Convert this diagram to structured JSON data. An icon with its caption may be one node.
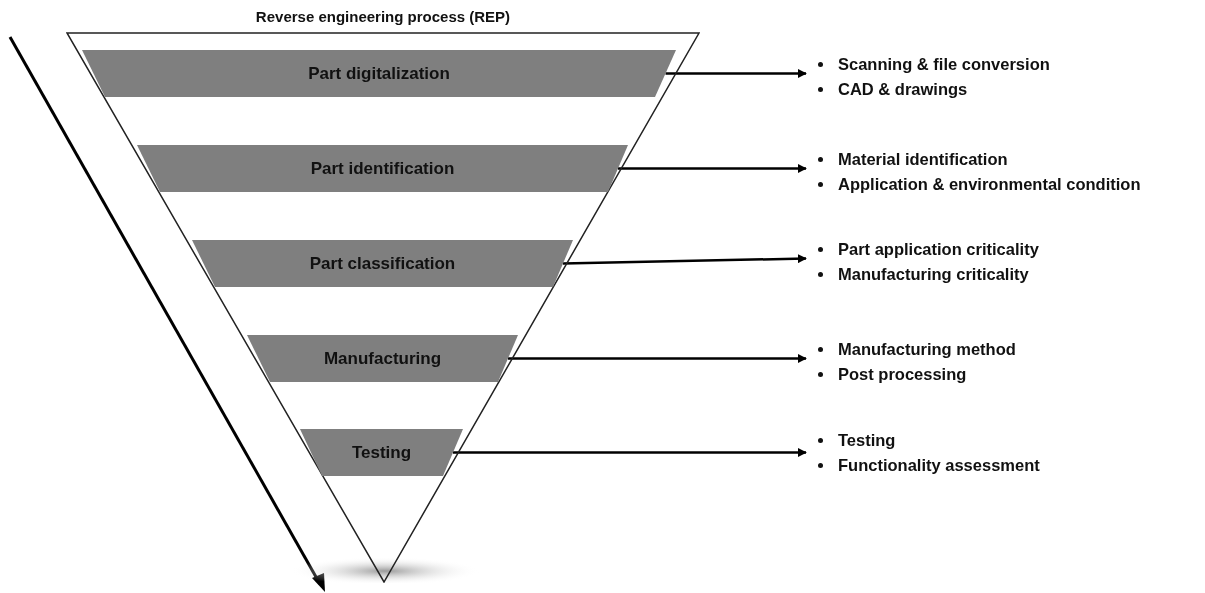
{
  "diagram": {
    "nodes": [
      {
        "text": [
          "Reverse engineering process (REP)"
        ]
      },
      {
        "text": [
          "Part digitalization"
        ],
        "in": 0
      },
      {
        "text": [
          "Part identification"
        ],
        "in": 0
      },
      {
        "text": [
          "Part classification"
        ],
        "in": 0
      },
      {
        "text": [
          "Manufacturing"
        ],
        "in": 0
      },
      {
        "text": [
          "Testing"
        ],
        "in": 0
      },
      {
        "text": [
          "Scanning & file conversion",
          "CAD & drawings"
        ]
      },
      {
        "text": [
          "Material identification",
          "Application & environmental condition"
        ]
      },
      {
        "text": [
          "Part application criticality",
          "Manufacturing criticality"
        ]
      },
      {
        "text": [
          "Manufacturing method",
          "Post processing"
        ]
      },
      {
        "text": [
          "Testing",
          "Functionality assessment"
        ]
      }
    ],
    "edges": [
      {
        "from": 1,
        "to": 6,
        "arrow": "to"
      },
      {
        "from": 2,
        "to": 7,
        "arrow": "to"
      },
      {
        "from": 3,
        "to": 8,
        "arrow": "to"
      },
      {
        "from": 4,
        "to": 9,
        "arrow": "to"
      },
      {
        "from": 5,
        "to": 10,
        "arrow": "to"
      }
    ]
  }
}
